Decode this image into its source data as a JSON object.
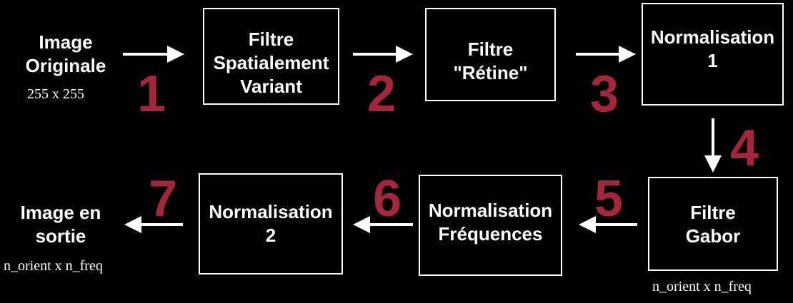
{
  "input": {
    "title_lines": [
      "Image",
      "Originale"
    ],
    "size": "255 x 255"
  },
  "boxes": {
    "spatial_filter": [
      "Filtre",
      "Spatialement",
      "Variant"
    ],
    "retina_filter": [
      "Filtre",
      "\"Rétine\""
    ],
    "normalisation_1": [
      "Normalisation",
      "1"
    ],
    "gabor_filter": [
      "Filtre",
      "Gabor"
    ],
    "normalisation_freq": [
      "Normalisation",
      "Fréquences"
    ],
    "normalisation_2": [
      "Normalisation",
      "2"
    ]
  },
  "gabor_output_size": "n_orient x n_freq",
  "output": {
    "title_lines": [
      "Image en",
      "sortie"
    ],
    "size": "n_orient x n_freq"
  },
  "steps": [
    "1",
    "2",
    "3",
    "4",
    "5",
    "6",
    "7"
  ],
  "colors": {
    "background": "#000000",
    "foreground": "#ffffff",
    "step_number": "#a3263a"
  }
}
